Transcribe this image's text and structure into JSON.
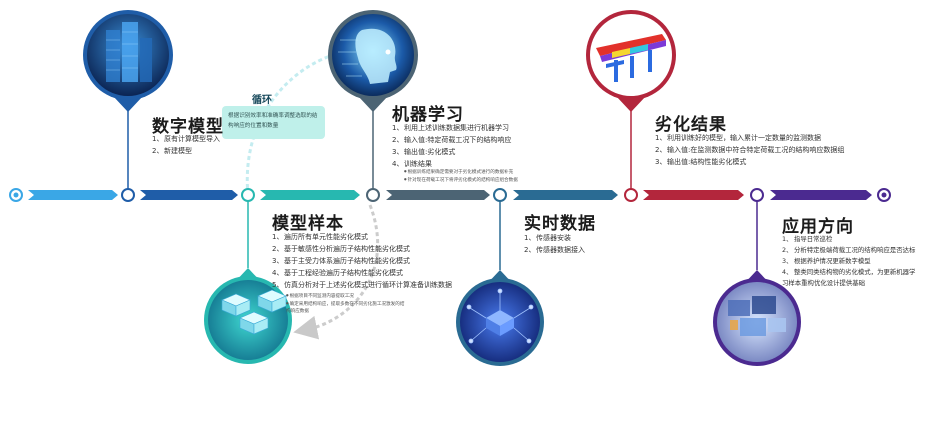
{
  "colors": {
    "seg_light_blue": "#3aa7e6",
    "seg_navy": "#1f5da8",
    "seg_teal": "#27b8b0",
    "seg_slate": "#4c6474",
    "seg_steel_blue": "#2a6b93",
    "seg_crimson": "#b3263c",
    "seg_purple": "#4b2a90",
    "loop_box": "#bff0ea",
    "arrow_light": "#bfe3ec"
  },
  "loop": {
    "label": "循环",
    "text": "根据识别效率和准确率调整选取的结构响应的位置和数量"
  },
  "stages": [
    {
      "title": "数字模型",
      "items": [
        "原有计算模型导入",
        "新建模型"
      ],
      "icon": "city-building-icon"
    },
    {
      "title": "模型样本",
      "items": [
        "遍历所有单元性能劣化模式",
        "基于敏感性分析遍历子结构性能劣化模式",
        "基于主受力体系遍历子结构性能劣化模式",
        "基于工程经验遍历子结构性能劣化模式",
        "仿真分析对于上述劣化模式进行循环计算准备训练数据"
      ],
      "subitems": [
        "根据项目不同监测内容提取工况",
        "确定采用结构响应，提取多数在不同劣化施工况激发的结构响应数据"
      ],
      "icon": "server-stack-icon"
    },
    {
      "title": "机器学习",
      "items": [
        "利用上述训练数据集进行机器学习",
        "输入值:特定荷载工况下的结构响应",
        "输出值:劣化模式",
        "训练结果"
      ],
      "subitems": [
        "根据训练结果确定需要对于劣化模式进行的数据补充",
        "针对现在荷载工况下将评劣化模式的结构响应组合数据"
      ],
      "icon": "ai-head-icon"
    },
    {
      "title": "实时数据",
      "items": [
        "传感器安装",
        "传感器数据接入"
      ],
      "icon": "iot-network-icon"
    },
    {
      "title": "劣化结果",
      "items": [
        "利用训练好的模型，输入累计一定数量的监测数据",
        "输入值:在监测数据中符合特定荷载工况的结构响应数据组",
        "输出值:结构性能劣化模式"
      ],
      "icon": "bridge-fea-icon"
    },
    {
      "title": "应用方向",
      "items": [
        "指导日常巡检",
        "分析特定极端荷载工况的结构响应是否达标",
        "根据养护情况更新数字模型",
        "整类同类结构物的劣化模式，为更新机器学习样本重构优化设计提供基础"
      ],
      "icon": "digital-screens-icon"
    }
  ]
}
